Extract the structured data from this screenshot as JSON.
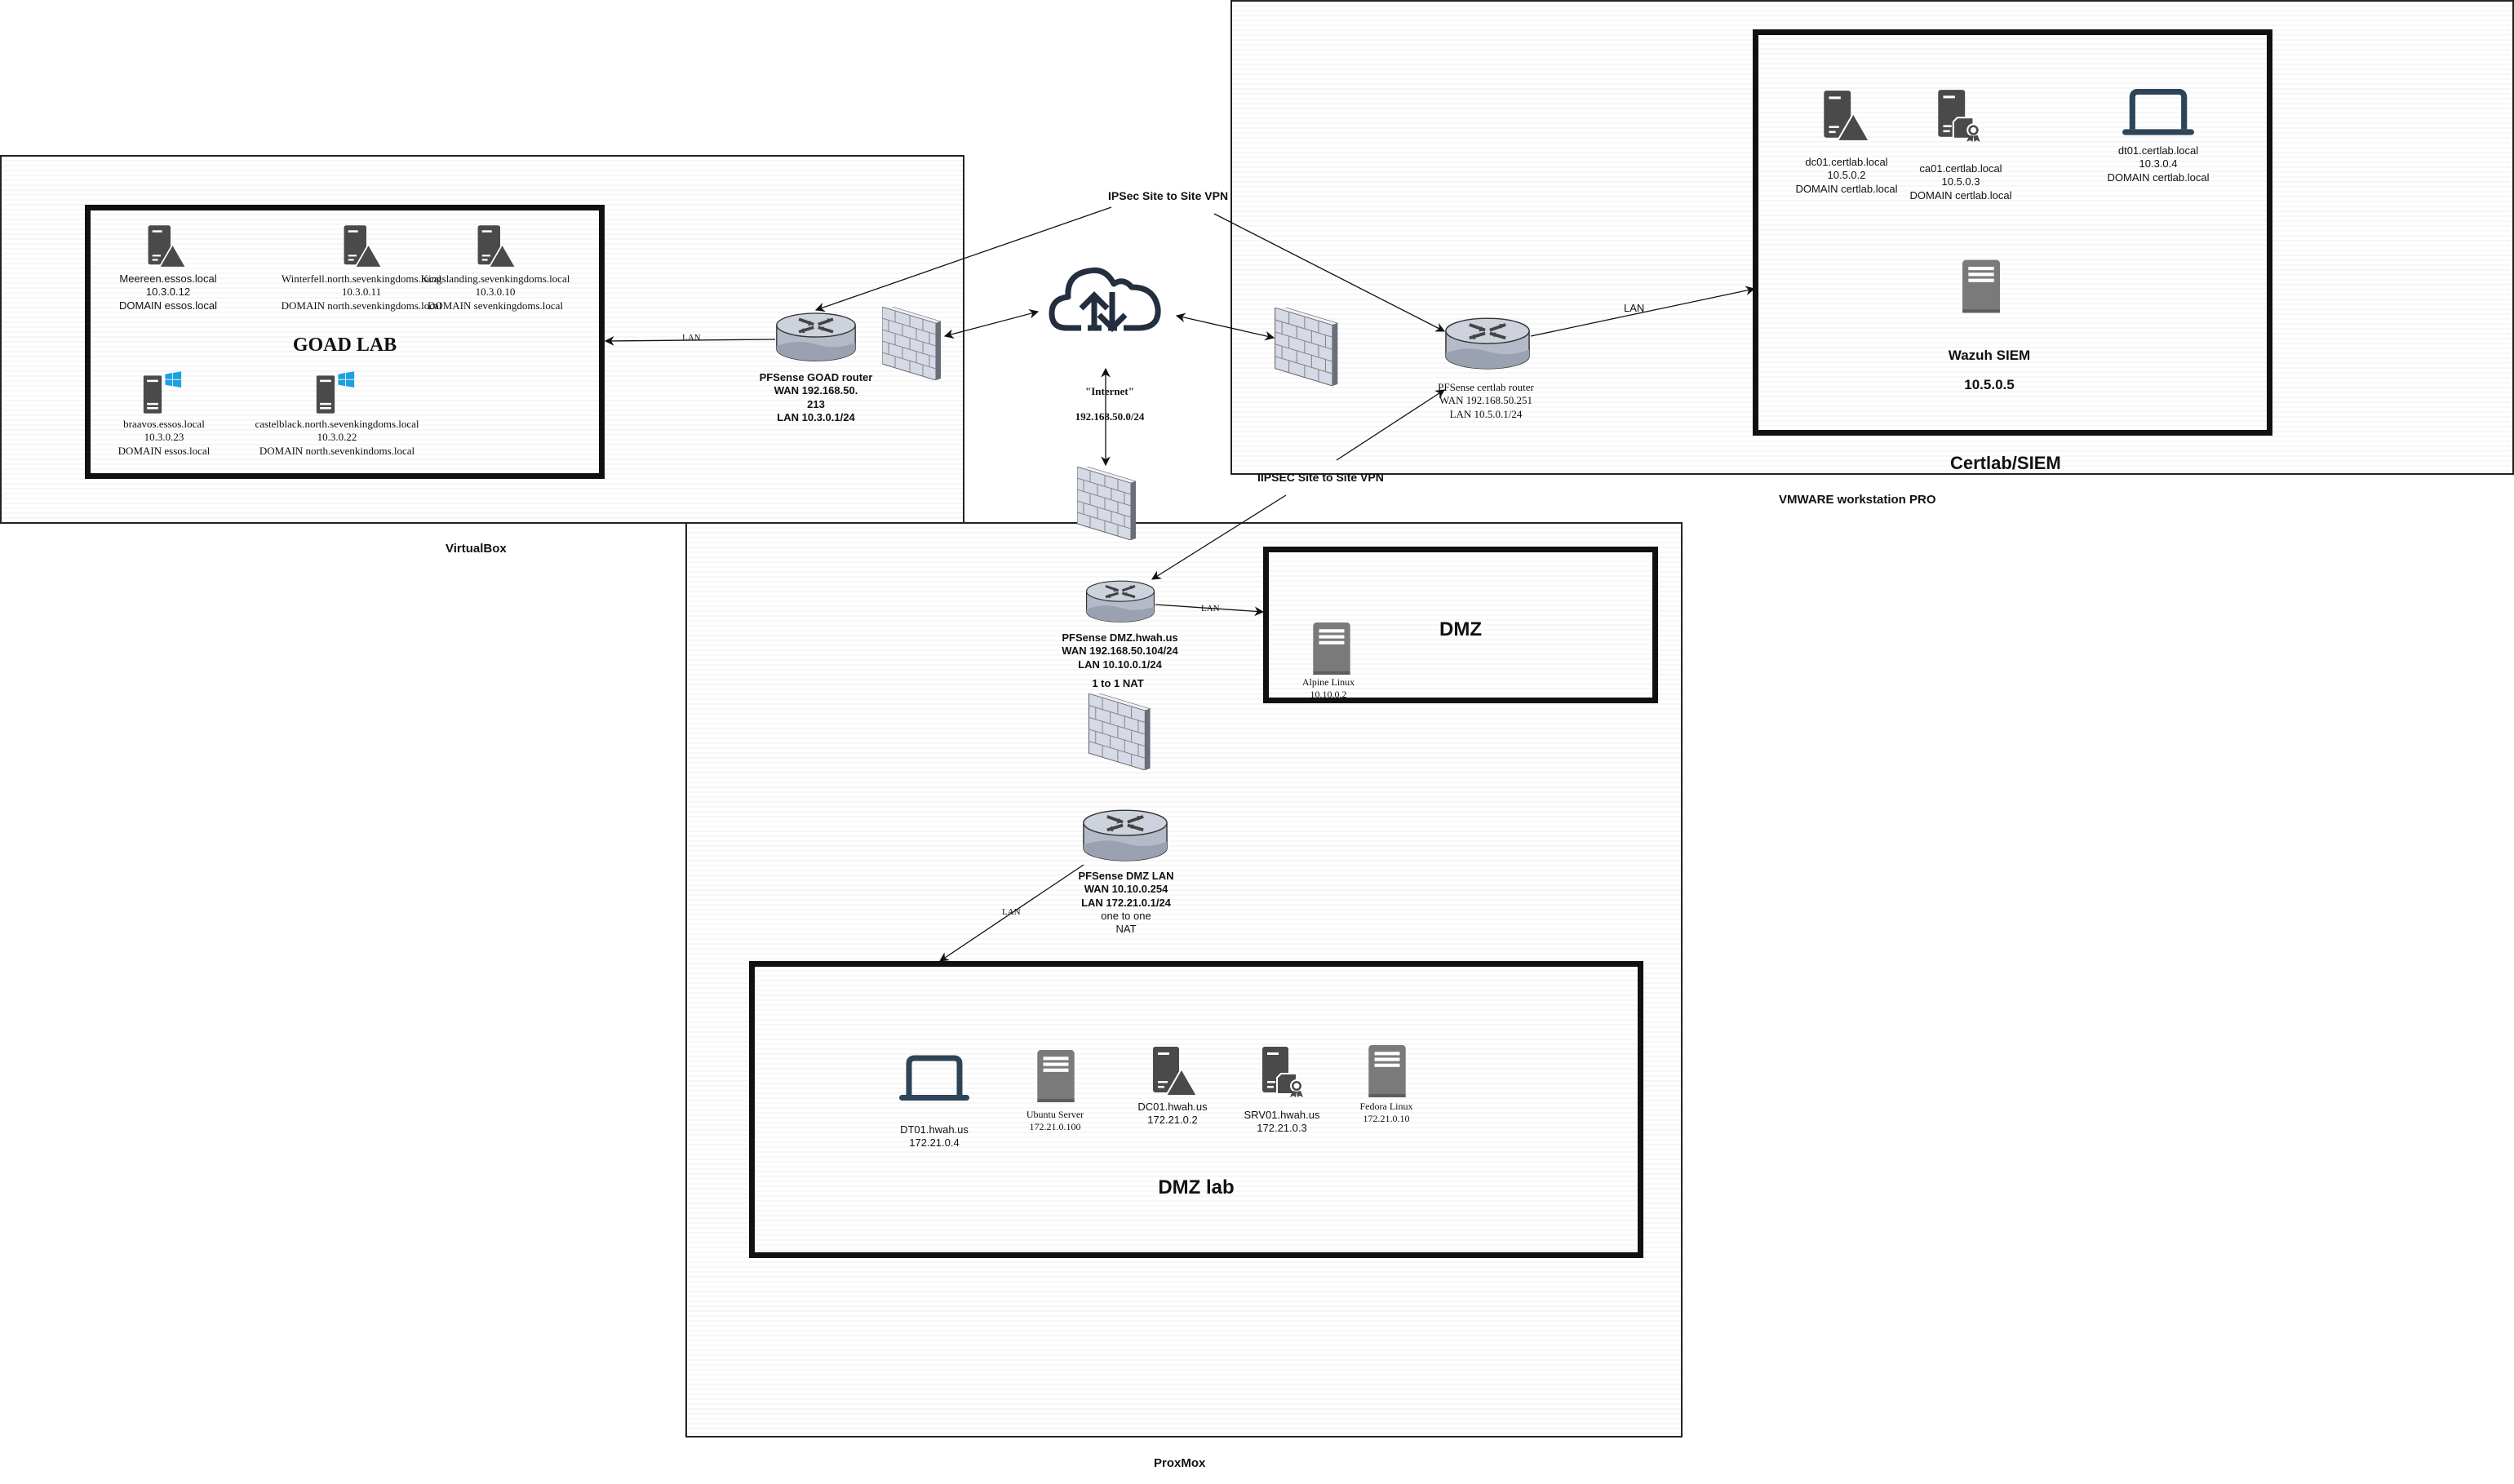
{
  "diagram_title": "Home lab network topology",
  "colors": {
    "line": "#111111",
    "server_dark": "#4a4a4a",
    "server_gray": "#7a7a7a",
    "laptop": "#2e4457",
    "cloud": "#232f3e",
    "windows": "#1ba1e2",
    "router_body": "#b9bfcc",
    "firewall_brick": "#d6d9e6"
  },
  "environments": {
    "virtualbox": {
      "label": "VirtualBox"
    },
    "vmware": {
      "label": "VMWARE workstation PRO"
    },
    "proxmox": {
      "label": "ProxMox"
    }
  },
  "goad_lab": {
    "title": "GOAD LAB",
    "hosts": [
      {
        "icon": "domain-controller-icon",
        "name": "Meereen.essos.local",
        "ip": "10.3.0.12",
        "domain": "DOMAIN essos.local"
      },
      {
        "icon": "domain-controller-icon",
        "name": "Winterfell.north.sevenkingdoms.local",
        "ip": "10.3.0.11",
        "domain": "DOMAIN north.sevenkingdoms.local"
      },
      {
        "icon": "domain-controller-icon",
        "name": "Kingslanding.sevenkingdoms.local",
        "ip": "10.3.0.10",
        "domain": "DOMAIN sevenkingdoms.local"
      },
      {
        "icon": "windows-server-icon",
        "name": "braavos.essos.local",
        "ip": "10.3.0.23",
        "domain": "DOMAIN essos.local"
      },
      {
        "icon": "windows-server-icon",
        "name": "castelblack.north.sevenkingdoms.local",
        "ip": "10.3.0.22",
        "domain": "DOMAIN north.sevenkindoms.local"
      }
    ]
  },
  "goad_router": {
    "line1": "PFSense GOAD router",
    "line2": "WAN 192.168.50.",
    "line3": "213",
    "line4": "LAN 10.3.0.1/24"
  },
  "goad_lan_label": "LAN",
  "vpn_top_label": "IPSec Site to Site VPN",
  "vpn_bottom_label": "IIPSEC Site to Site VPN",
  "internet": {
    "label": "\"Internet\"",
    "subnet": "192.168.50.0/24"
  },
  "certlab": {
    "title": "Certlab/SIEM",
    "hosts": [
      {
        "icon": "domain-controller-icon",
        "name": "dc01.certlab.local",
        "ip": "10.5.0.2",
        "domain": "DOMAIN certlab.local"
      },
      {
        "icon": "certificate-server-icon",
        "name": "ca01.certlab.local",
        "ip": "10.5.0.3",
        "domain": "DOMAIN certlab.local"
      },
      {
        "icon": "laptop-icon",
        "name": "dt01.certlab.local",
        "ip": "10.3.0.4",
        "domain": "DOMAIN certlab.local"
      }
    ],
    "siem": {
      "name": "Wazuh SIEM",
      "ip": "10.5.0.5"
    }
  },
  "certlab_router": {
    "line1": "PFSense certlab router",
    "line2": "WAN 192.168.50.251",
    "line3": "LAN 10.5.0.1/24"
  },
  "certlab_lan_label": "LAN",
  "dmz_router": {
    "line1": "PFSense DMZ.hwah.us",
    "line2": "WAN 192.168.50.104/24",
    "line3": "LAN 10.10.0.1/24"
  },
  "dmz_lan_label": "LAN",
  "dmz": {
    "title": "DMZ",
    "host": {
      "name": "Alpine Linux",
      "ip": "10.10.0.2"
    }
  },
  "nat_label": "1 to 1 NAT",
  "dmz_lan_router": {
    "line1": "PFSense DMZ LAN",
    "line2": "WAN 10.10.0.254",
    "line3": "LAN 172.21.0.1/24",
    "line4": "one to one",
    "line5": "NAT"
  },
  "dmz_lab_lan_label": "LAN",
  "dmz_lab": {
    "title": "DMZ lab",
    "hosts": [
      {
        "icon": "laptop-icon",
        "name": "DT01.hwah.us",
        "ip": "172.21.0.4"
      },
      {
        "icon": "server-icon",
        "name": "Ubuntu Server",
        "ip": "172.21.0.100"
      },
      {
        "icon": "domain-controller-icon",
        "name": "DC01.hwah.us",
        "ip": "172.21.0.2"
      },
      {
        "icon": "certificate-server-icon",
        "name": "SRV01.hwah.us",
        "ip": "172.21.0.3"
      },
      {
        "icon": "server-icon",
        "name": "Fedora Linux",
        "ip": "172.21.0.10"
      }
    ]
  }
}
